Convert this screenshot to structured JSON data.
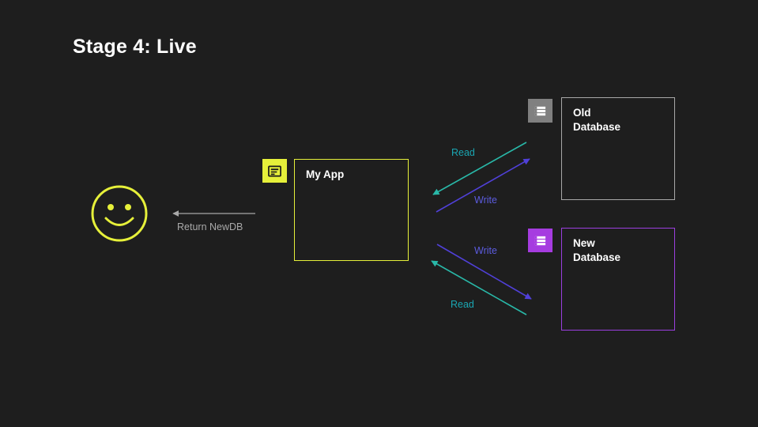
{
  "slide": {
    "title": "Stage 4: Live",
    "background_color": "#1e1e1e"
  },
  "colors": {
    "accent_yellow": "#e6f03a",
    "accent_purple": "#9b3fe0",
    "badge_gray": "#808080",
    "read_teal": "#1aa6b2",
    "write_blue": "#5c5ce0",
    "return_gray": "#a9a9a9",
    "text_white": "#ffffff"
  },
  "nodes": {
    "user": {
      "icon": "smiley-face-icon",
      "color": "#e6f03a"
    },
    "app": {
      "title": "My App",
      "icon": "document-card-icon",
      "border_color": "#e6f03a",
      "badge_color": "#e6f03a"
    },
    "old_db": {
      "title": "Old\nDatabase",
      "icon": "database-rows-icon",
      "border_color": "#a8a8a8",
      "badge_color": "#808080"
    },
    "new_db": {
      "title": "New\nDatabase",
      "icon": "database-rows-icon",
      "border_color": "#9b3fe0",
      "badge_color": "#a63ce0"
    }
  },
  "edges": {
    "return_newdb": {
      "label": "Return NewDB",
      "color": "#a9a9a9",
      "direction": "app-to-user"
    },
    "read_old": {
      "label": "Read",
      "color": "#1aa6b2",
      "direction": "old-db-to-app"
    },
    "write_old": {
      "label": "Write",
      "color": "#5c5ce0",
      "direction": "app-to-old-db"
    },
    "write_new": {
      "label": "Write",
      "color": "#5c5ce0",
      "direction": "app-to-new-db"
    },
    "read_new": {
      "label": "Read",
      "color": "#1aa6b2",
      "direction": "new-db-to-app"
    }
  }
}
